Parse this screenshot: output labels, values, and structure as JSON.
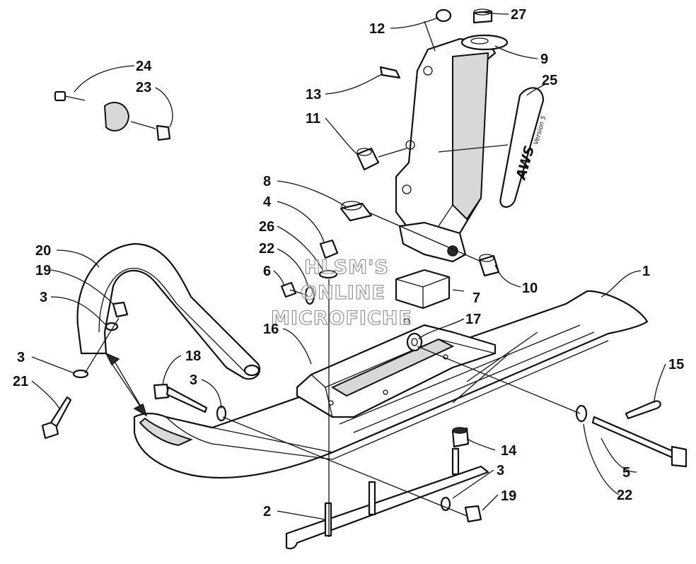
{
  "watermark": {
    "line1": "HLSM'S",
    "line2": "ONLINE",
    "line3": "MICROFICHE"
  },
  "decal": {
    "brand": "AWS",
    "sub": "Version 5"
  },
  "callouts": [
    {
      "id": "c1",
      "number": "1"
    },
    {
      "id": "c2",
      "number": "2"
    },
    {
      "id": "c3a",
      "number": "3"
    },
    {
      "id": "c3b",
      "number": "3"
    },
    {
      "id": "c3c",
      "number": "3"
    },
    {
      "id": "c3d",
      "number": "3"
    },
    {
      "id": "c4",
      "number": "4"
    },
    {
      "id": "c5",
      "number": "5"
    },
    {
      "id": "c6",
      "number": "6"
    },
    {
      "id": "c7",
      "number": "7"
    },
    {
      "id": "c8",
      "number": "8"
    },
    {
      "id": "c9",
      "number": "9"
    },
    {
      "id": "c10",
      "number": "10"
    },
    {
      "id": "c11",
      "number": "11"
    },
    {
      "id": "c12",
      "number": "12"
    },
    {
      "id": "c13",
      "number": "13"
    },
    {
      "id": "c14",
      "number": "14"
    },
    {
      "id": "c15",
      "number": "15"
    },
    {
      "id": "c16",
      "number": "16"
    },
    {
      "id": "c17",
      "number": "17"
    },
    {
      "id": "c18",
      "number": "18"
    },
    {
      "id": "c19a",
      "number": "19"
    },
    {
      "id": "c19b",
      "number": "19"
    },
    {
      "id": "c20",
      "number": "20"
    },
    {
      "id": "c21",
      "number": "21"
    },
    {
      "id": "c22a",
      "number": "22"
    },
    {
      "id": "c22b",
      "number": "22"
    },
    {
      "id": "c23",
      "number": "23"
    },
    {
      "id": "c24",
      "number": "24"
    },
    {
      "id": "c25",
      "number": "25"
    },
    {
      "id": "c26",
      "number": "26"
    },
    {
      "id": "c27",
      "number": "27"
    }
  ]
}
